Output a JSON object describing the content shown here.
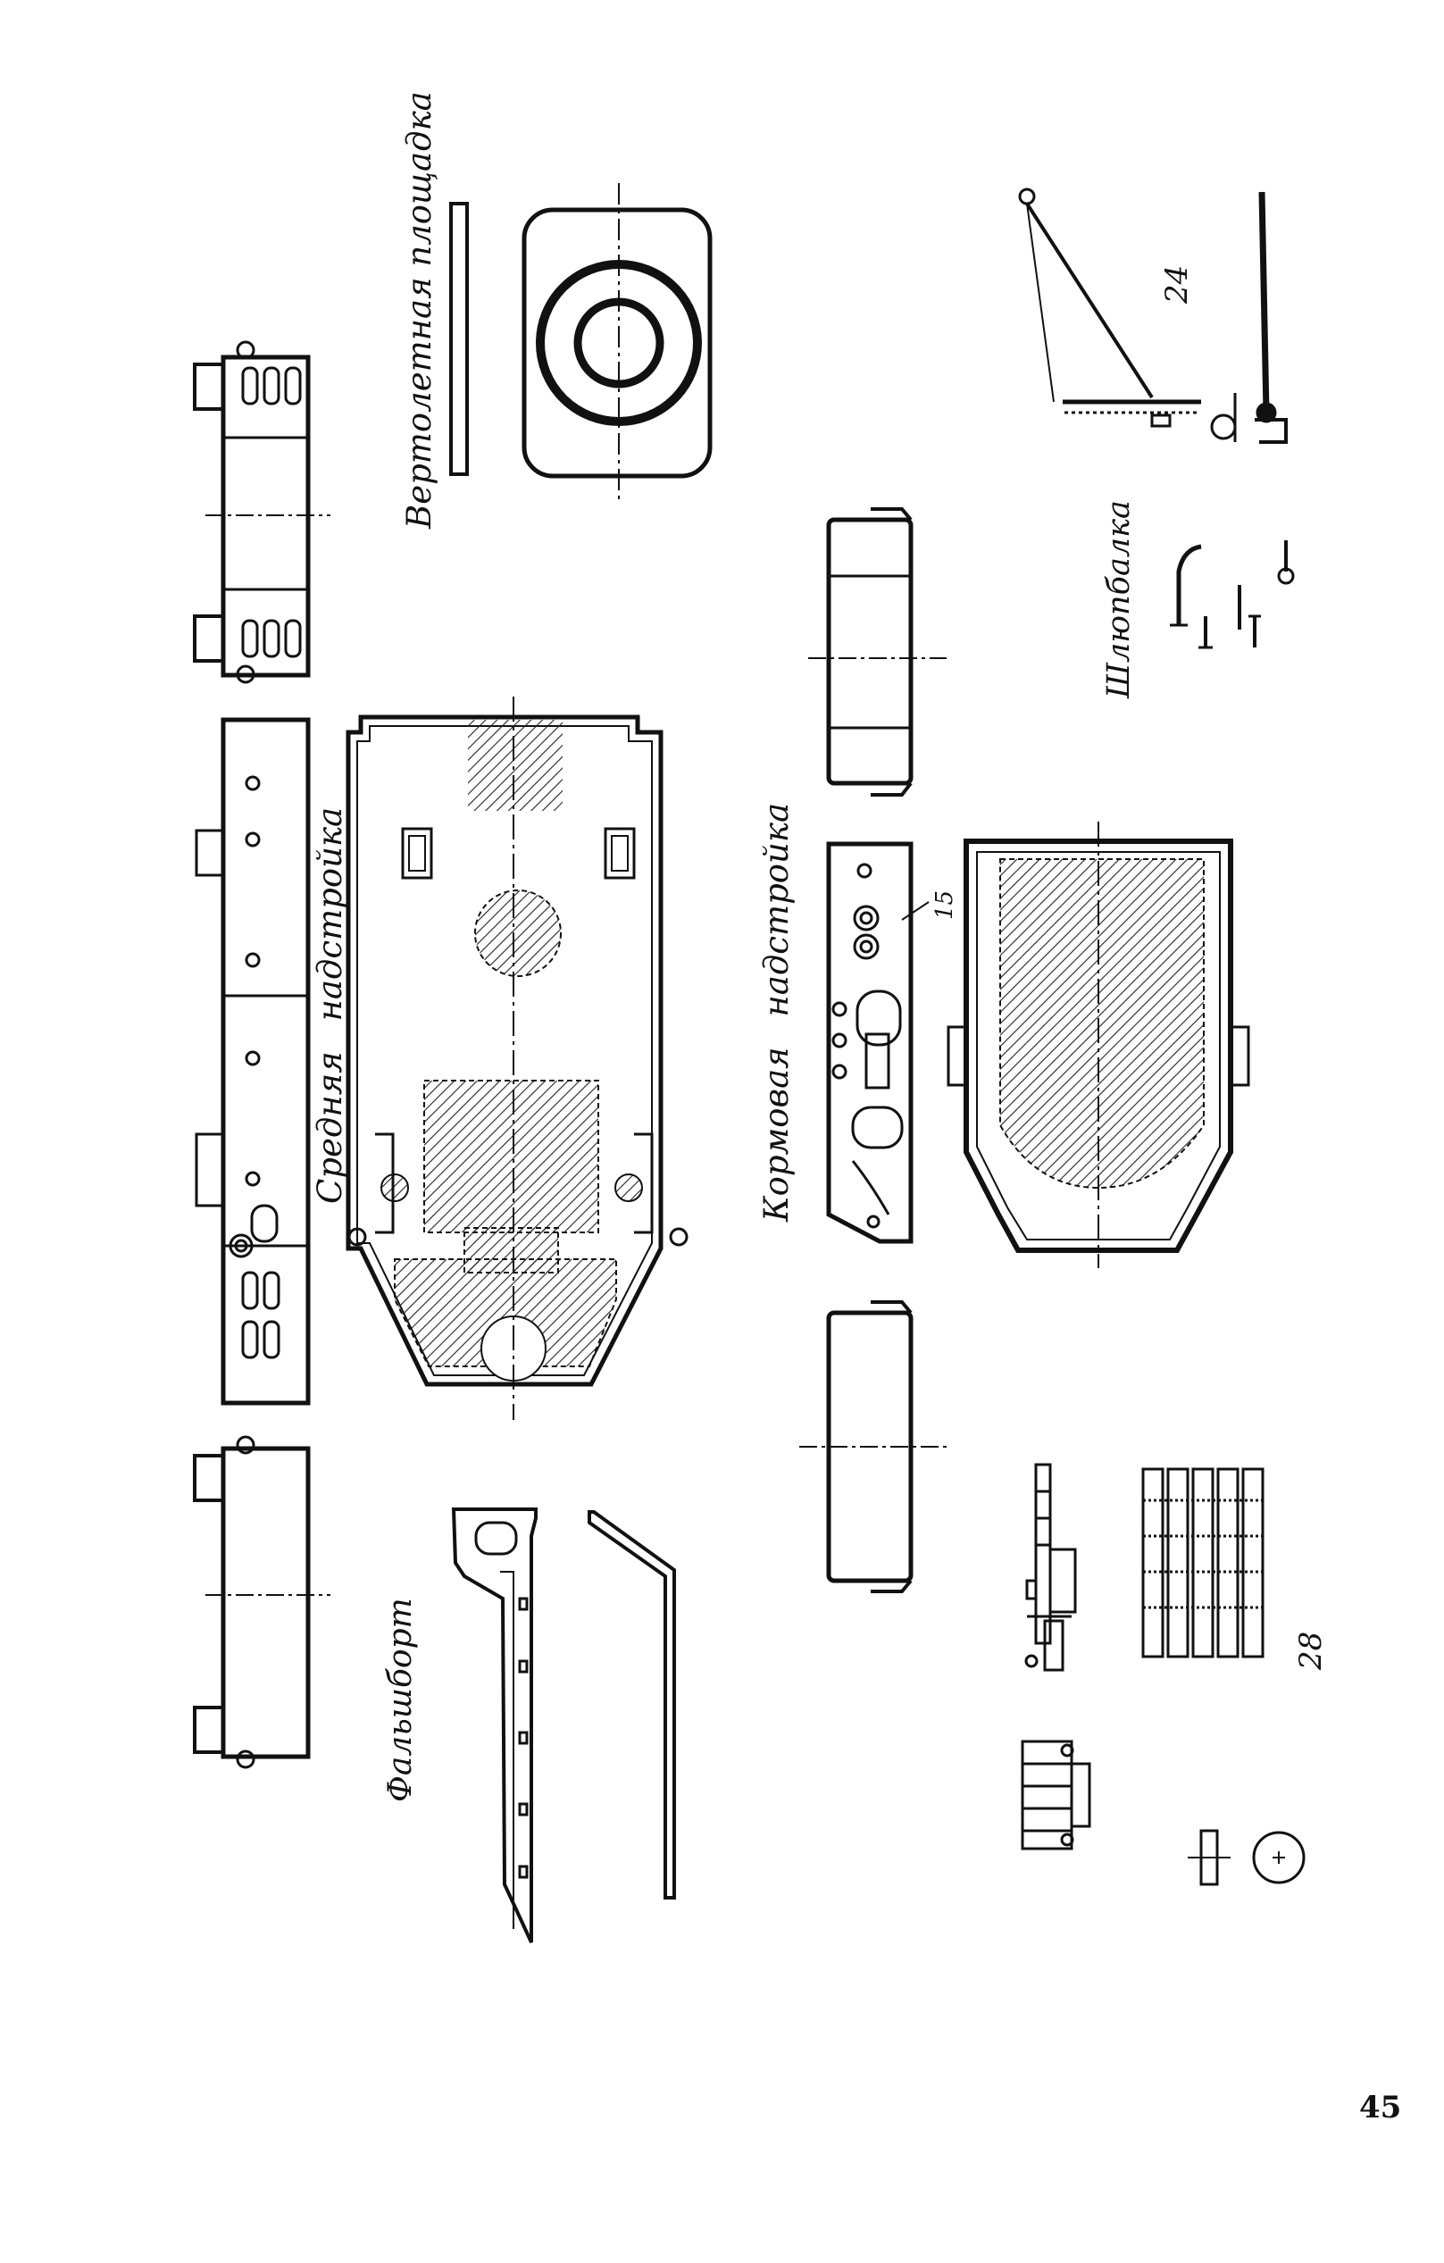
{
  "labels": {
    "helipad": "Вертолетная площадка",
    "davit": "Шлюпбалка",
    "middle_superstructure": "Средняя надстройка",
    "stern_superstructure": "Кормовая надстройка",
    "bulwark": "Фальшборт"
  },
  "part_numbers": {
    "p24": "24",
    "p15": "15",
    "p28": "28"
  },
  "page_number": "45"
}
